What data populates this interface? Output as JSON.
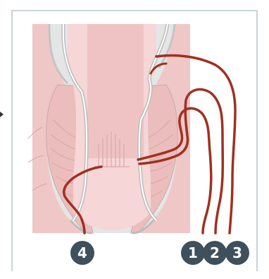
{
  "figure": {
    "badges": [
      {
        "label": "4"
      },
      {
        "label": "1"
      },
      {
        "label": "2"
      },
      {
        "label": "3"
      }
    ]
  },
  "colors": {
    "tissue_pink": "#f0c9c9",
    "tissue_light": "#f7dede",
    "canal_pink": "#f3cfd0",
    "outline_gray": "#c8c8c8",
    "outline_dark": "#9a9a9a",
    "background_gray": "#e2e4e4",
    "fistula_red": "#a0311f",
    "badge_fill": "#3f4f5c",
    "frame_line": "#c9d3da"
  }
}
